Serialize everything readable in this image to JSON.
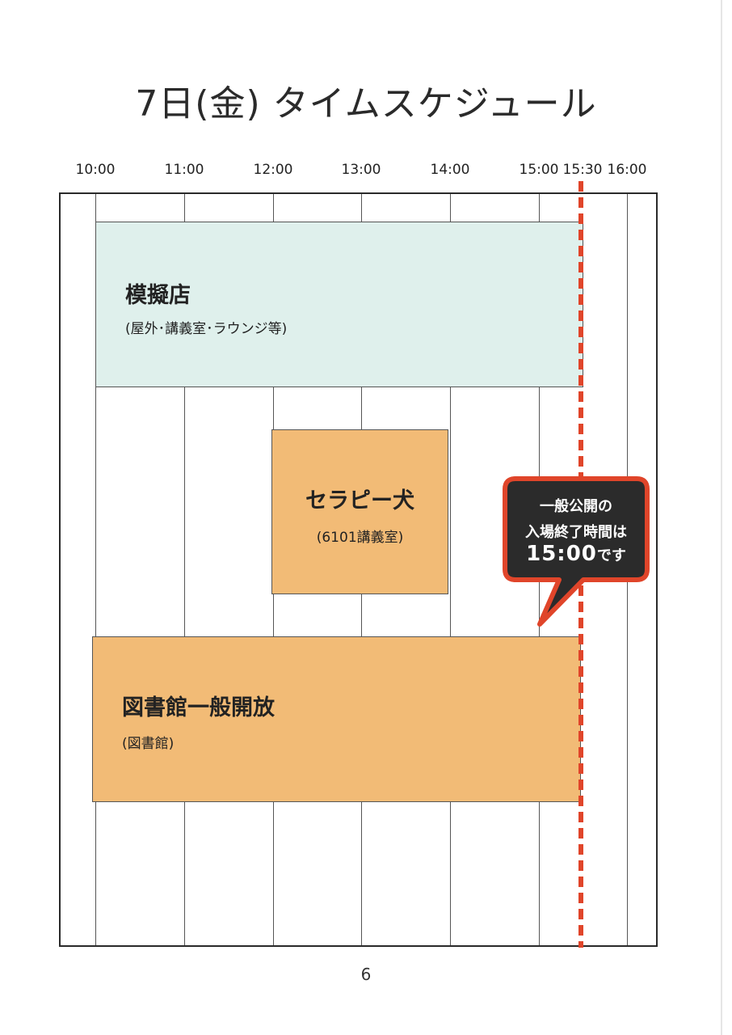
{
  "title": "7日(金) タイムスケジュール",
  "time_axis": {
    "ticks": [
      "10:00",
      "11:00",
      "12:00",
      "13:00",
      "14:00",
      "15:00",
      "15:30",
      "16:00"
    ]
  },
  "blocks": [
    {
      "main": "模擬店",
      "sub": "(屋外･講義室･ラウンジ等)",
      "start": "10:00",
      "end": "15:30",
      "color": "#dff0ec"
    },
    {
      "main": "セラピー犬",
      "sub": "(6101講義室)",
      "start": "12:00",
      "end": "14:00",
      "color": "#f2bb76"
    },
    {
      "main": "図書館一般開放",
      "sub": "(図書館)",
      "start": "10:00",
      "end": "15:30",
      "color": "#f2bb76"
    }
  ],
  "cutoff": {
    "time": "15:30",
    "color": "#e0452a"
  },
  "callout": {
    "line1": "一般公開の",
    "line2": "入場終了時間は",
    "time": "15:00",
    "suffix": "です",
    "bg_color": "#2b2b2b",
    "border_color": "#e0452a"
  },
  "page_number": "6"
}
